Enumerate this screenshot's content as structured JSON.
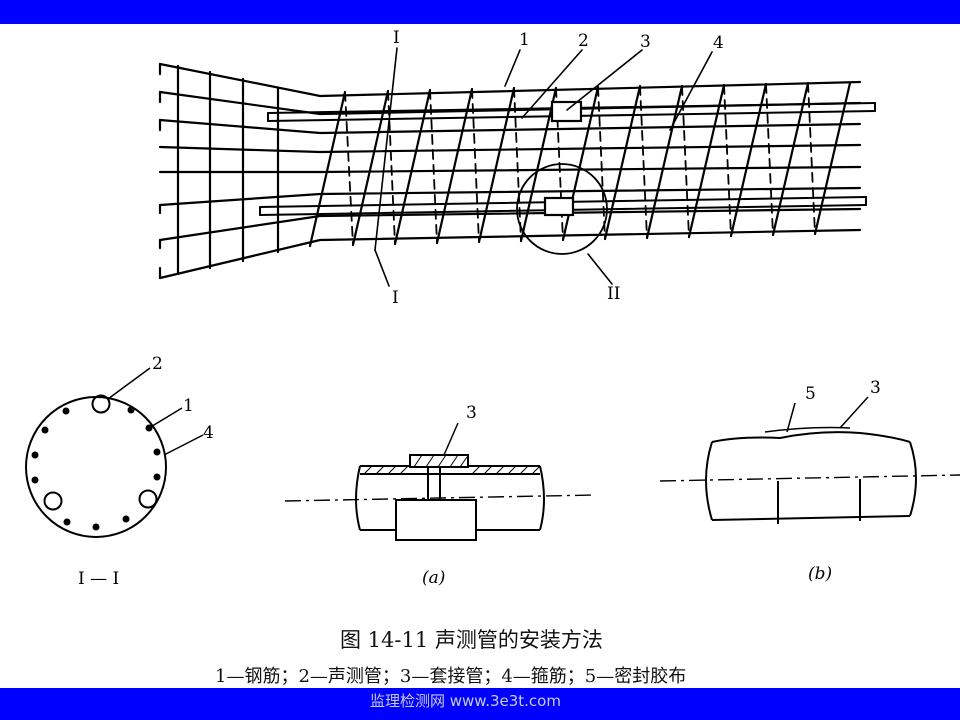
{
  "colors": {
    "frame_blue": "#0000ff",
    "ink": "#000000",
    "watermark": "#c7cbe0"
  },
  "callouts": {
    "section_top": "I",
    "section_bottom": "I",
    "label_1": "1",
    "label_2": "2",
    "label_3": "3",
    "label_4": "4",
    "detail": "II"
  },
  "section_view": {
    "label_2": "2",
    "label_1": "1",
    "label_4": "4",
    "caption": "I — I"
  },
  "detail_a": {
    "label_3": "3",
    "caption": "(a)"
  },
  "detail_b": {
    "label_5": "5",
    "label_3": "3",
    "caption": "(b)"
  },
  "figure": {
    "title": "图 14-11   声测管的安装方法",
    "legend": "1—钢筋；2—声测管；3—套接管；4—箍筋；5—密封胶布"
  },
  "watermark": "监理检测网 www.3e3t.com"
}
